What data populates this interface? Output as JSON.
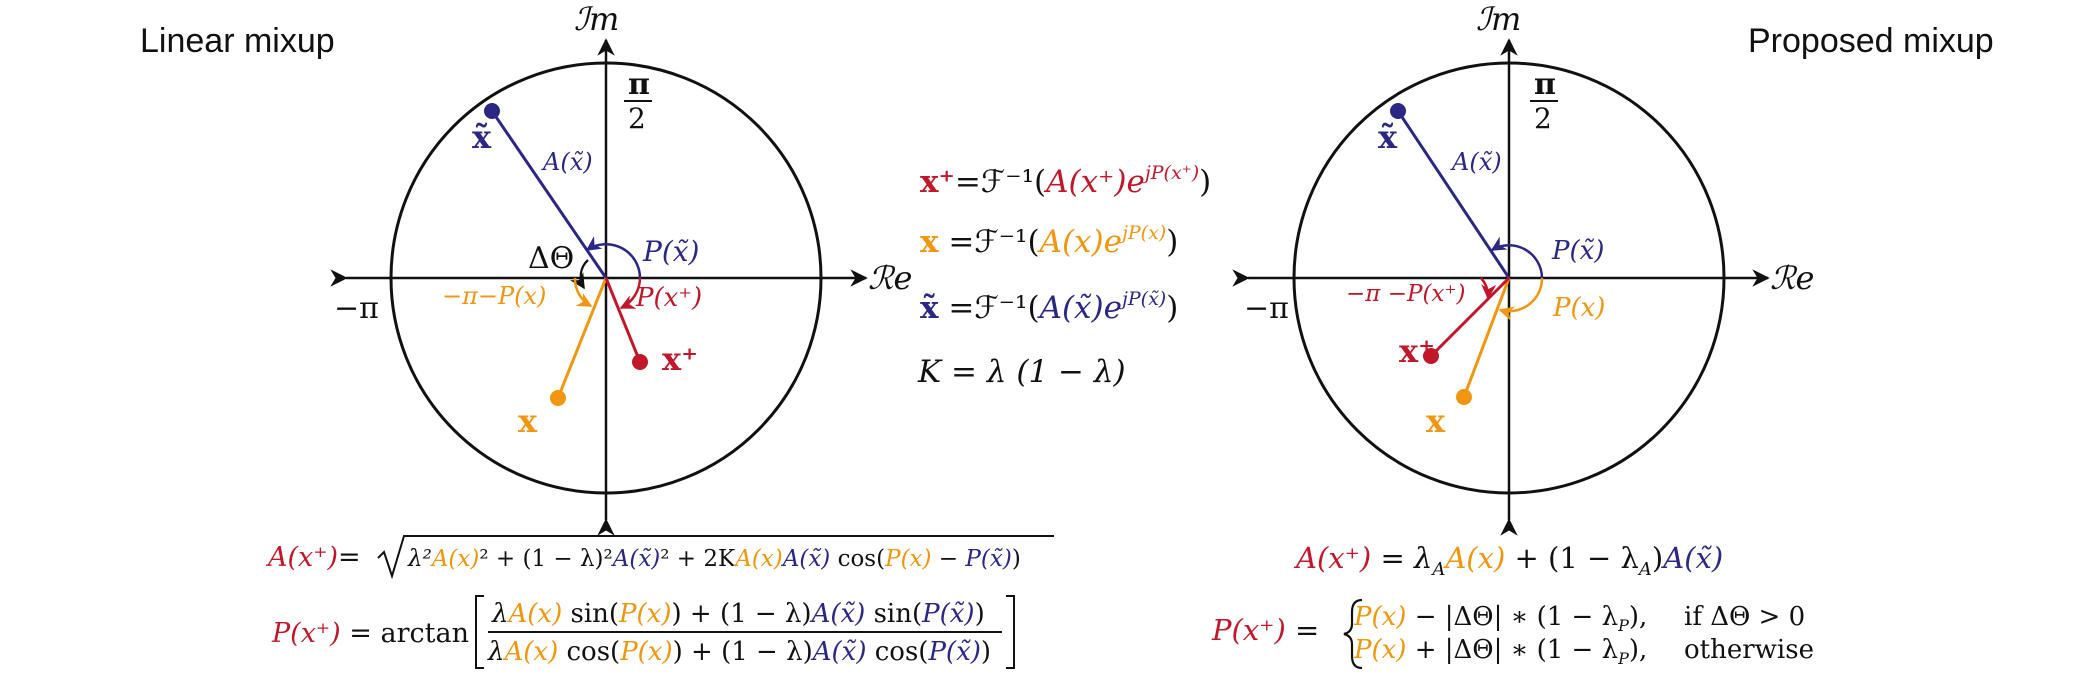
{
  "colors": {
    "x": "#F0960F",
    "xtilde": "#2B2784",
    "xplus": "#C0182A",
    "black": "#111111"
  },
  "titles": {
    "left": "Linear mixup",
    "right": "Proposed mixup"
  },
  "axes": {
    "imag": "ℐm",
    "real": "ℛe",
    "neg_pi": "−π",
    "pi_num": "π",
    "pi_den": "2"
  },
  "left_panel": {
    "xtilde_label": "x̃",
    "A_xtilde_label": "A(x̃)",
    "P_xtilde_label": "P(x̃)",
    "delta_theta": "ΔΘ",
    "neg_pi_minus_Px": "−π−P(x)",
    "P_xplus_label": "P(x⁺)",
    "xplus_label": "x⁺",
    "x_label": "x"
  },
  "right_panel": {
    "xtilde_label": "x̃",
    "A_xtilde_label": "A(x̃)",
    "P_xtilde_label": "P(x̃)",
    "neg_pi_minus_Pxplus": "−π −P(x⁺)",
    "Px_label": "P(x)",
    "xplus_label": "x⁺",
    "x_label": "x"
  },
  "center_equations": {
    "eq1": {
      "lhs": "x⁺",
      "mid": "=ℱ⁻¹(",
      "body": "A(x⁺)e",
      "sup": "jP(x⁺)",
      "end": ")"
    },
    "eq2": {
      "lhs": "x",
      "mid": " =ℱ⁻¹(",
      "body": "A(x)e",
      "sup": "jP(x)",
      "end": ")"
    },
    "eq3": {
      "lhs": "x̃",
      "mid": " =ℱ⁻¹(",
      "body": "A(x̃)e",
      "sup": "jP(x̃)",
      "end": ")"
    },
    "eq4": "K = λ (1 − λ)"
  },
  "bottom_left": {
    "amp_lhs": "A(x⁺)",
    "amp_eq": "=",
    "amp_t1": "λ²",
    "amp_t2": "A(x)",
    "amp_t3": "² + (1 − λ)²",
    "amp_t4": "A(x̃)",
    "amp_t5": "² + 2K",
    "amp_t6": "A(x)",
    "amp_t7": "A(x̃)",
    "amp_t8": " cos(",
    "amp_t9": "P(x)",
    "amp_t10": " − ",
    "amp_t11": "P(x̃)",
    "amp_t12": ")",
    "ph_lhs": "P(x⁺)",
    "ph_eq": " = arctan",
    "num_a": "λ",
    "num_b": "A(x)",
    "num_c": " sin(",
    "num_d": "P(x)",
    "num_e": ") + (1 − λ)",
    "num_f": "A(x̃)",
    "num_g": " sin(",
    "num_h": "P(x̃)",
    "num_i": ")",
    "den_a": "λ",
    "den_b": "A(x)",
    "den_c": " cos(",
    "den_d": "P(x)",
    "den_e": ") + (1 − λ)",
    "den_f": "A(x̃)",
    "den_g": " cos(",
    "den_h": "P(x̃)",
    "den_i": ")"
  },
  "bottom_right": {
    "amp_lhs": "A(x⁺)",
    "amp_eq": " = λ",
    "amp_sub1": "A",
    "amp_t2": "A(x)",
    "amp_t3": " + (1 − λ",
    "amp_sub2": "A",
    "amp_t4": ")",
    "amp_t5": "A(x̃)",
    "ph_lhs": "P(x⁺)",
    "ph_eq": " =",
    "case1_a": "P(x)",
    "case1_b": " − |ΔΘ| ∗ (1 − λ",
    "case1_sub": "P",
    "case1_c": "),",
    "case1_cond": "if ΔΘ > 0",
    "case2_a": "P(x)",
    "case2_b": " + |ΔΘ| ∗ (1 − λ",
    "case2_sub": "P",
    "case2_c": "),",
    "case2_cond": "otherwise"
  }
}
